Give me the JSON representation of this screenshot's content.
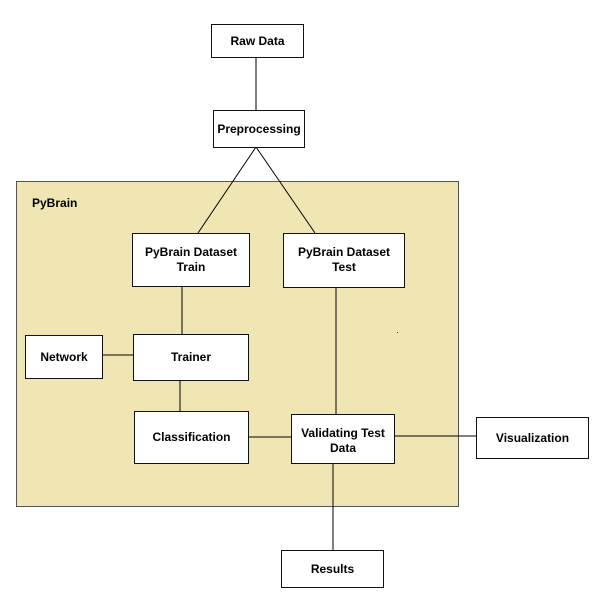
{
  "container": {
    "label": "PyBrain"
  },
  "nodes": {
    "raw_data": "Raw Data",
    "preprocessing": "Preprocessing",
    "dataset_train": "PyBrain Dataset\nTrain",
    "dataset_test": "PyBrain Dataset\nTest",
    "network": "Network",
    "trainer": "Trainer",
    "classification": "Classification",
    "validating": "Validating Test\nData",
    "visualization": "Visualization",
    "results": "Results"
  }
}
